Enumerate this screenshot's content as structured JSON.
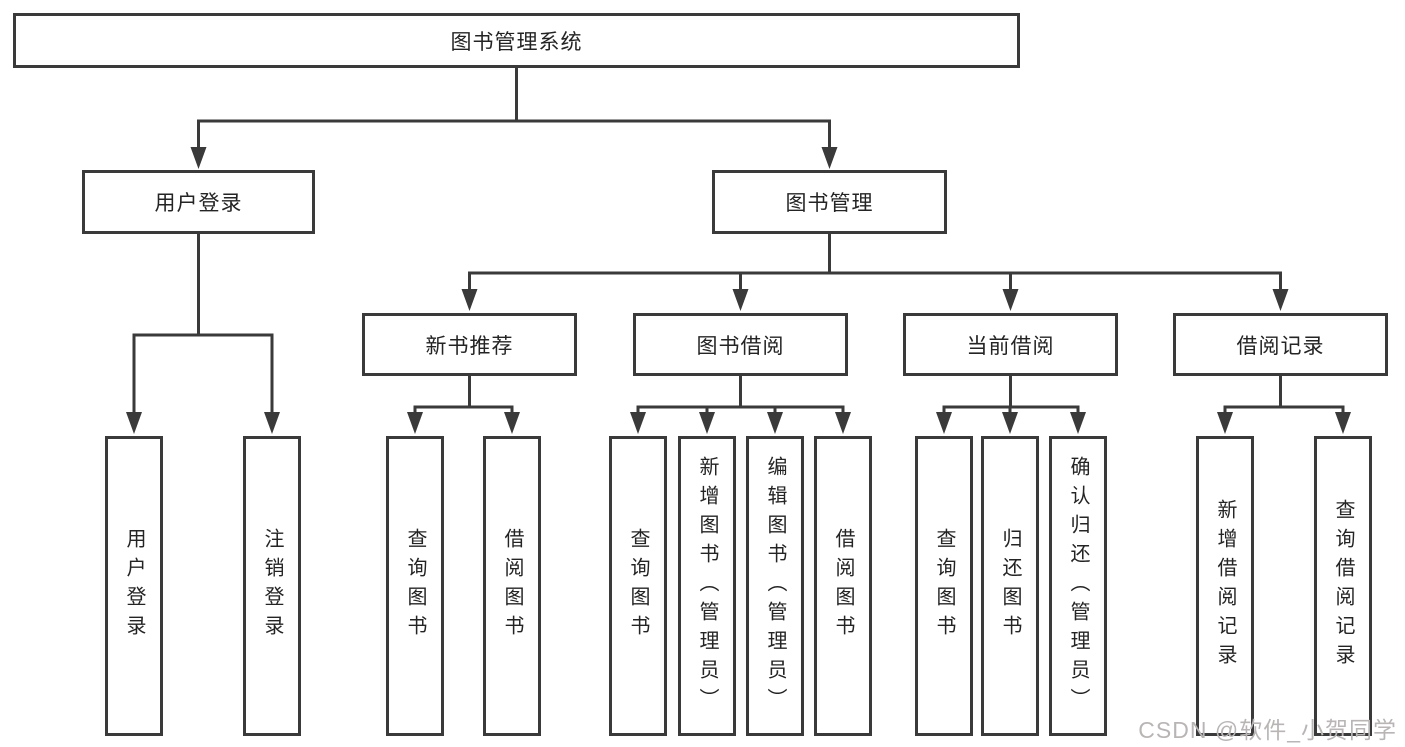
{
  "tree": {
    "root": "图书管理系统",
    "branches": [
      {
        "label": "用户登录",
        "children": [
          "用户登录",
          "注销登录"
        ]
      },
      {
        "label": "图书管理",
        "sections": [
          {
            "label": "新书推荐",
            "children": [
              "查询图书",
              "借阅图书"
            ]
          },
          {
            "label": "图书借阅",
            "children": [
              "查询图书",
              "新增图书（管理员）",
              "编辑图书（管理员）",
              "借阅图书"
            ]
          },
          {
            "label": "当前借阅",
            "children": [
              "查询图书",
              "归还图书",
              "确认归还（管理员）"
            ]
          },
          {
            "label": "借阅记录",
            "children": [
              "新增借阅记录",
              "查询借阅记录"
            ]
          }
        ]
      }
    ]
  },
  "watermark": "CSDN @软件_小贺同学",
  "colors": {
    "line": "#3a3a3a",
    "text": "#242424",
    "watermark": "#b9b5b5",
    "background": "#ffffff"
  }
}
